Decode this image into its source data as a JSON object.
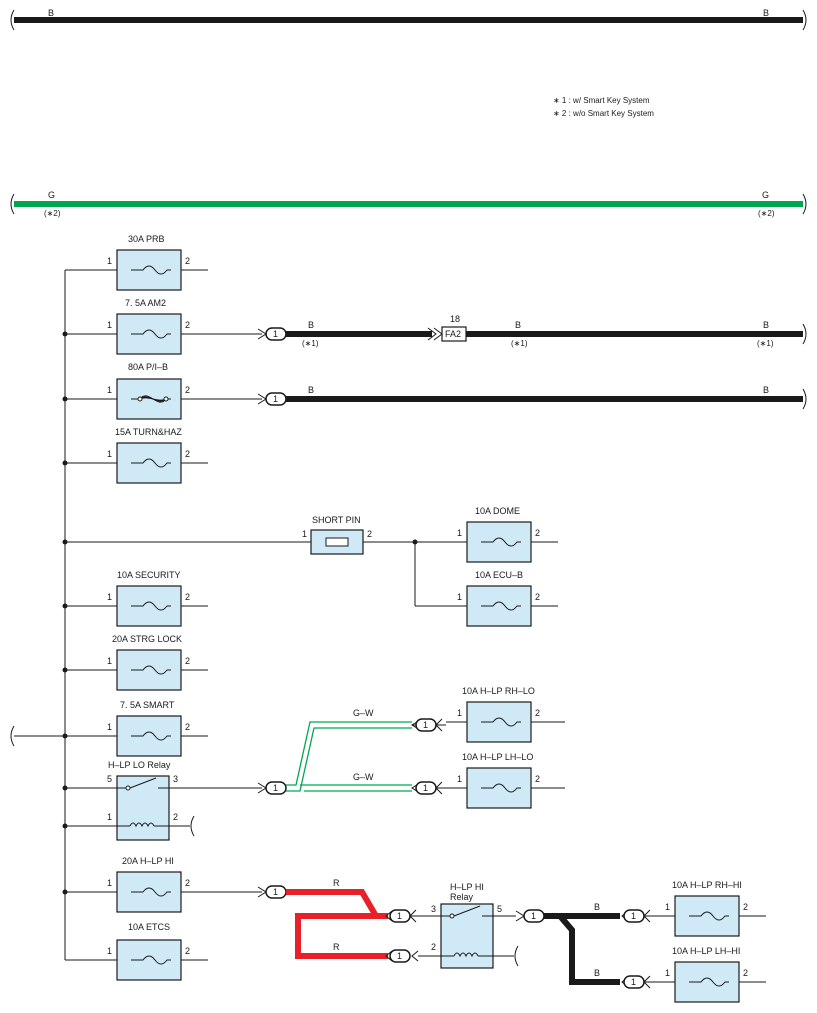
{
  "notes": {
    "note1": "∗ 1 : w/ Smart Key System",
    "note2": "∗ 2 : w/o Smart Key System"
  },
  "buses": {
    "top_left": "B",
    "top_right": "B",
    "green_left": "G",
    "green_right": "G",
    "green_note_left": "(∗2)",
    "green_note_right": "(∗2)"
  },
  "fuses": {
    "prb": "30A PRB",
    "am2": "7. 5A AM2",
    "pib": "80A P/I–B",
    "turnhaz": "15A TURN&HAZ",
    "short_pin": "SHORT PIN",
    "dome": "10A DOME",
    "ecub": "10A ECU–B",
    "security": "10A SECURITY",
    "strglock": "20A STRG LOCK",
    "smart": "7. 5A SMART",
    "hlp_rh_lo": "10A H–LP RH–LO",
    "hlp_lh_lo": "10A H–LP LH–LO",
    "hlp_hi": "20A H–LP HI",
    "etcs": "10A ETCS",
    "hlp_rh_hi": "10A H–LP RH–HI",
    "hlp_lh_hi": "10A H–LP LH–HI"
  },
  "relays": {
    "lo_relay": "H–LP LO Relay",
    "hi_relay_l1": "H–LP HI",
    "hi_relay_l2": "Relay"
  },
  "pins": {
    "p1": "1",
    "p2": "2",
    "p3": "3",
    "p5": "5",
    "p18": "18"
  },
  "connector": {
    "fa2": "FA2"
  },
  "wires": {
    "b": "B",
    "gw": "G–W",
    "r": "R",
    "note1": "(∗1)"
  },
  "colors": {
    "black": "#1a1a1a",
    "green": "#00a651",
    "red": "#e8202a",
    "fuse_fill": "#cfe9f7"
  }
}
